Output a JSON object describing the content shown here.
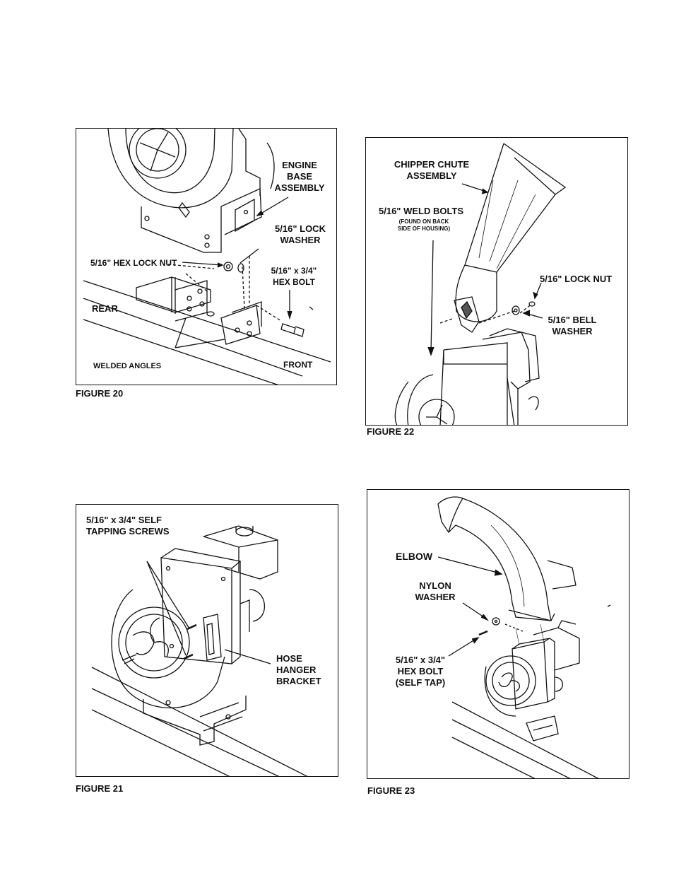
{
  "figures": [
    {
      "caption": "FIGURE 20",
      "labels": {
        "engine_base_1": "ENGINE",
        "engine_base_2": "BASE",
        "engine_base_3": "ASSEMBLY",
        "lock_washer_1": "5/16\" LOCK",
        "lock_washer_2": "WASHER",
        "hex_lock_nut": "5/16\" HEX LOCK NUT",
        "hex_bolt_1": "5/16\" x 3/4\"",
        "hex_bolt_2": "HEX BOLT",
        "rear": "REAR",
        "welded_angles": "WELDED ANGLES",
        "front": "FRONT"
      }
    },
    {
      "caption": "FIGURE 21",
      "labels": {
        "screws_1": "5/16\" x 3/4\" SELF",
        "screws_2": "TAPPING SCREWS",
        "hose_1": "HOSE",
        "hose_2": "HANGER",
        "hose_3": "BRACKET"
      }
    },
    {
      "caption": "FIGURE 22",
      "labels": {
        "chute_1": "CHIPPER CHUTE",
        "chute_2": "ASSEMBLY",
        "weld_bolts": "5/16\" WELD BOLTS",
        "found_1": "(FOUND ON BACK",
        "found_2": "SIDE OF HOUSING)",
        "lock_nut": "5/16\" LOCK NUT",
        "bell_1": "5/16\" BELL",
        "bell_2": "WASHER"
      }
    },
    {
      "caption": "FIGURE 23",
      "labels": {
        "elbow": "ELBOW",
        "nylon_1": "NYLON",
        "nylon_2": "WASHER",
        "bolt_1": "5/16\" x 3/4\"",
        "bolt_2": "HEX BOLT",
        "bolt_3": "(SELF TAP)"
      }
    }
  ]
}
